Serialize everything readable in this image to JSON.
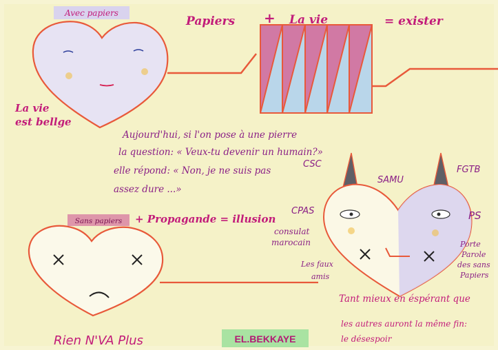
{
  "labels": {
    "avec_papiers": "Avec papiers",
    "papiers": "Papiers",
    "plus1": "+",
    "la_vie": "La vie",
    "equals_exister": "= exister",
    "la_vie_est": "La vie",
    "est_belle": "est bellge",
    "sans_papiers": "Sans papiers",
    "plus_propagande": "+ Propagande = illusion",
    "rien_nva_plus": "Rien N'VA Plus",
    "signature": "EL.BEKKAYE"
  },
  "quote": {
    "line1": "Aujourd'hui, si l'on pose à une pierre",
    "line2": "la question: « Veux-tu devenir un humain?»",
    "line3": "elle répond: « Non, je ne suis pas",
    "line4": "assez dure ...»"
  },
  "organisations": {
    "csc": "CSC",
    "samu": "SAMU",
    "fgtb": "FGTB",
    "cpas": "CPAS",
    "ps": "PS",
    "consulat1": "consulat",
    "consulat2": "marocain",
    "faux1": "Les faux",
    "faux2": "amis",
    "porte1": "Porte",
    "porte2": "Parole",
    "porte3": "des sans",
    "porte4": "Papiers"
  },
  "ending": {
    "line1": "Tant mieux en éspérant que",
    "line2": "les autres auront la même fin:",
    "line3": "le désespoir"
  },
  "colors": {
    "paper": "#f7f4d2",
    "heart_outline": "#e8593a",
    "title_pink": "#c21c7a",
    "text_purple": "#8a1f86",
    "lavender": "#d9d3ee",
    "pink_fill": "#d46f9c",
    "blue_fill": "#b9d6ea",
    "green_tag": "#a9e3a2"
  }
}
